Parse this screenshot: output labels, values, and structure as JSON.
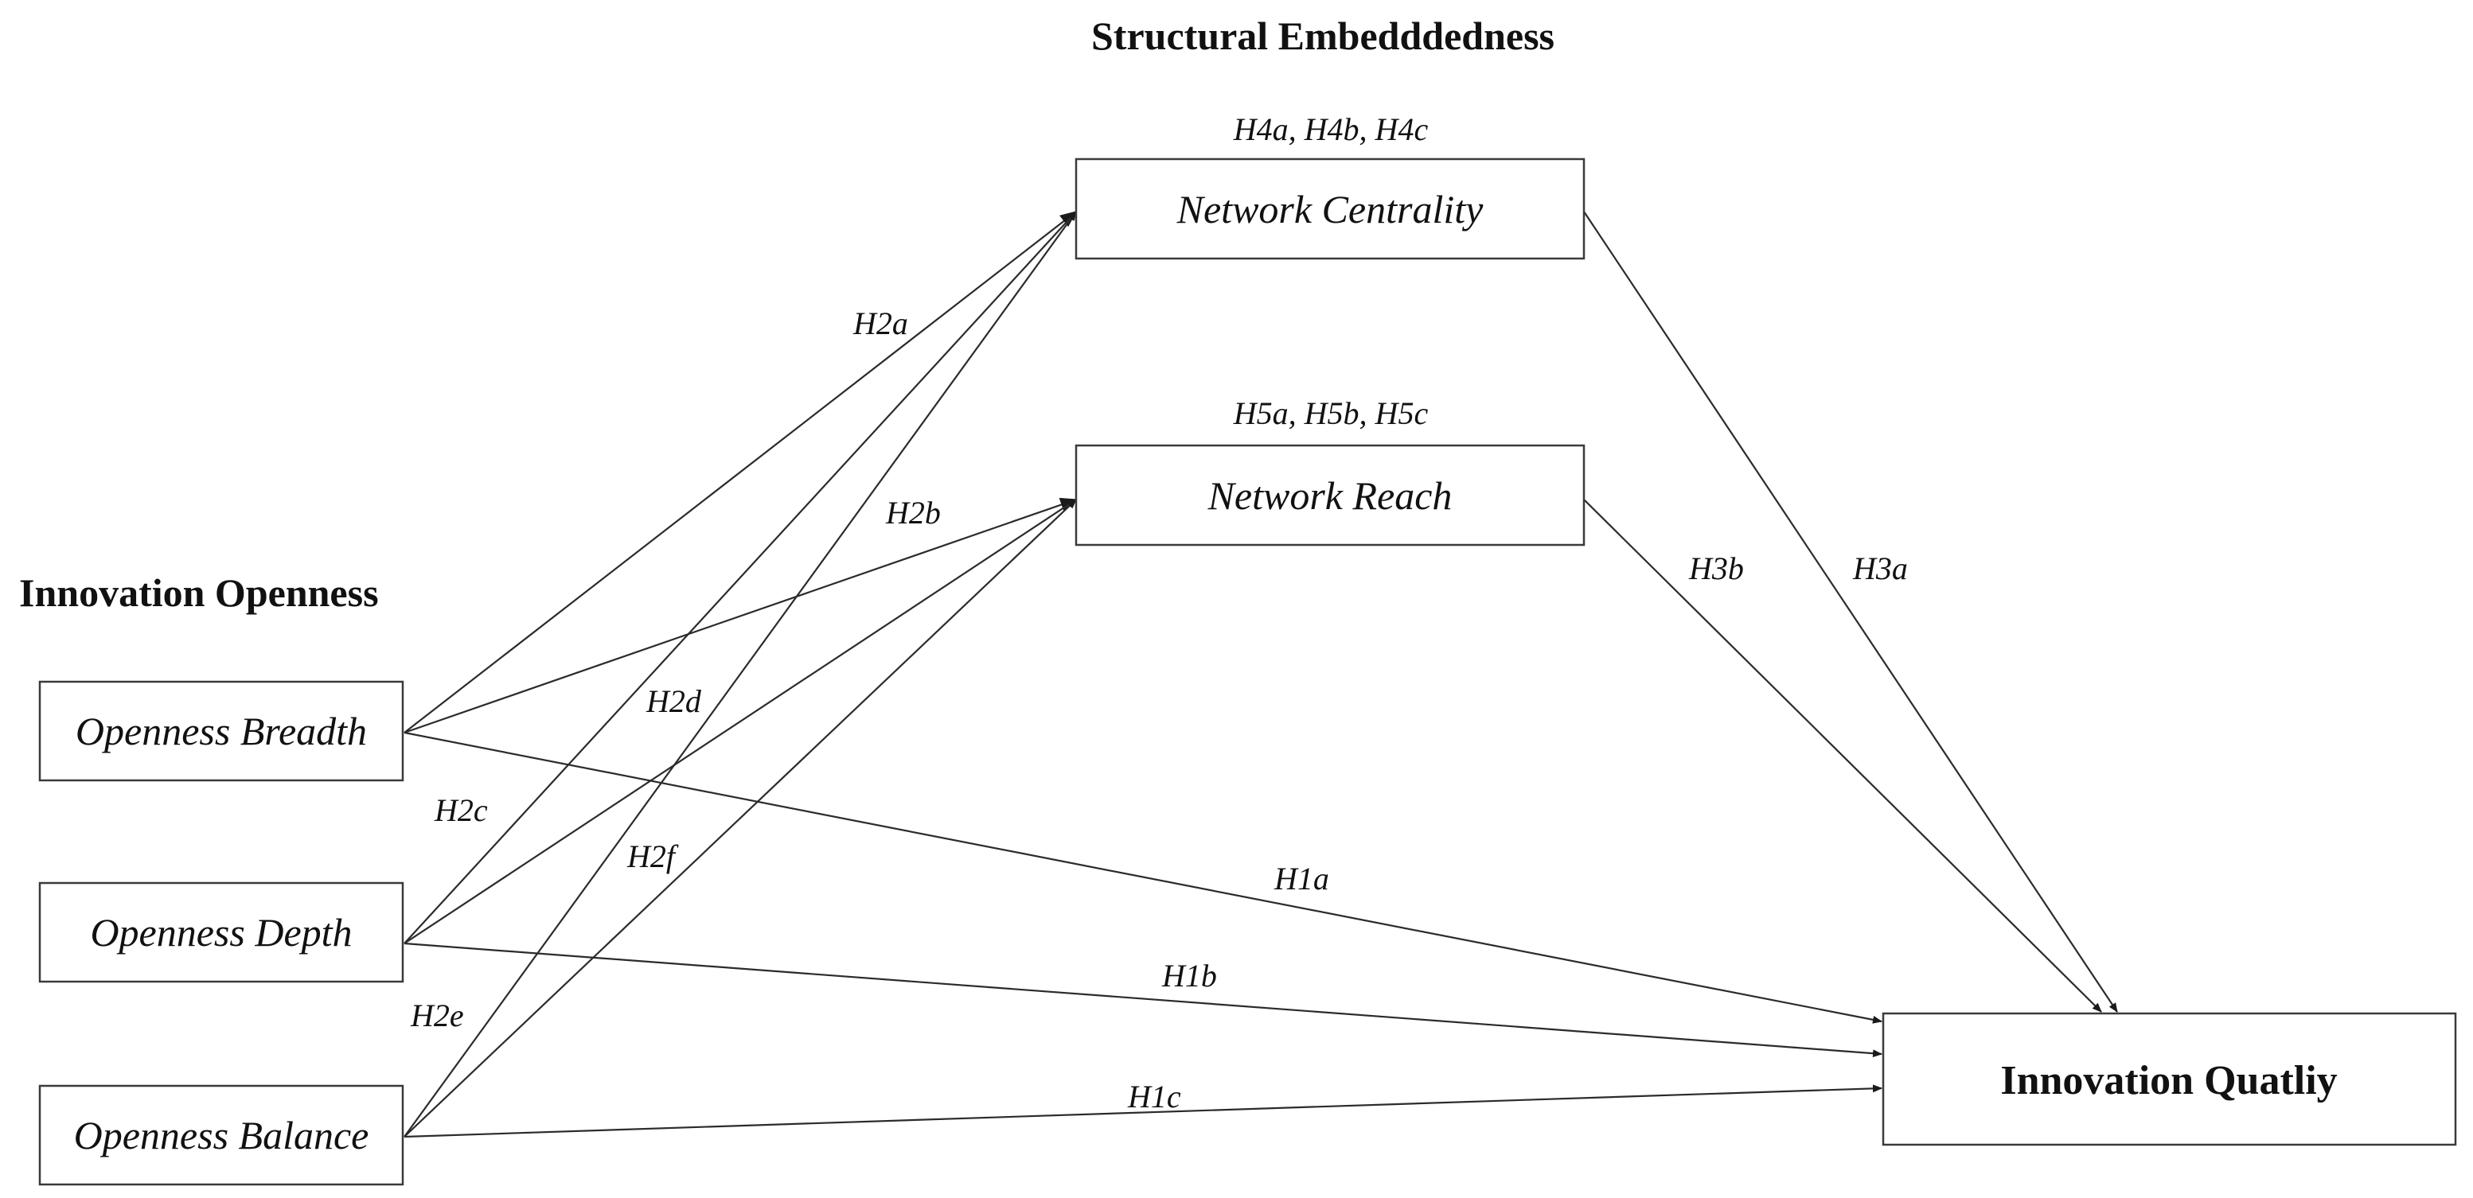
{
  "headings": {
    "structural": "Structural Embedddedness",
    "innovation_openness": "Innovation Openness"
  },
  "nodes": {
    "network_centrality": "Network Centrality",
    "network_reach": "Network Reach",
    "openness_breadth": "Openness Breadth",
    "openness_depth": "Openness Depth",
    "openness_balance": "Openness Balance",
    "innovation_quality": "Innovation Quatliy"
  },
  "moderator_labels": {
    "centrality": "H4a, H4b, H4c",
    "reach": "H5a, H5b, H5c"
  },
  "edge_labels": {
    "h2a": "H2a",
    "h2b": "H2b",
    "h2c": "H2c",
    "h2d": "H2d",
    "h2e": "H2e",
    "h2f": "H2f",
    "h1a": "H1a",
    "h1b": "H1b",
    "h1c": "H1c",
    "h3a": "H3a",
    "h3b": "H3b"
  },
  "edges": [
    {
      "from": "openness_breadth",
      "to": "network_centrality",
      "label": "H2a"
    },
    {
      "from": "openness_breadth",
      "to": "network_reach",
      "label": "H2b"
    },
    {
      "from": "openness_depth",
      "to": "network_centrality",
      "label": "H2d"
    },
    {
      "from": "openness_depth",
      "to": "network_reach",
      "label": "H2c"
    },
    {
      "from": "openness_balance",
      "to": "network_centrality",
      "label": "H2e"
    },
    {
      "from": "openness_balance",
      "to": "network_reach",
      "label": "H2f"
    },
    {
      "from": "openness_breadth",
      "to": "innovation_quality",
      "label": "H1a"
    },
    {
      "from": "openness_depth",
      "to": "innovation_quality",
      "label": "H1b"
    },
    {
      "from": "openness_balance",
      "to": "innovation_quality",
      "label": "H1c"
    },
    {
      "from": "network_centrality",
      "to": "innovation_quality",
      "label": "H3a"
    },
    {
      "from": "network_reach",
      "to": "innovation_quality",
      "label": "H3b"
    }
  ]
}
